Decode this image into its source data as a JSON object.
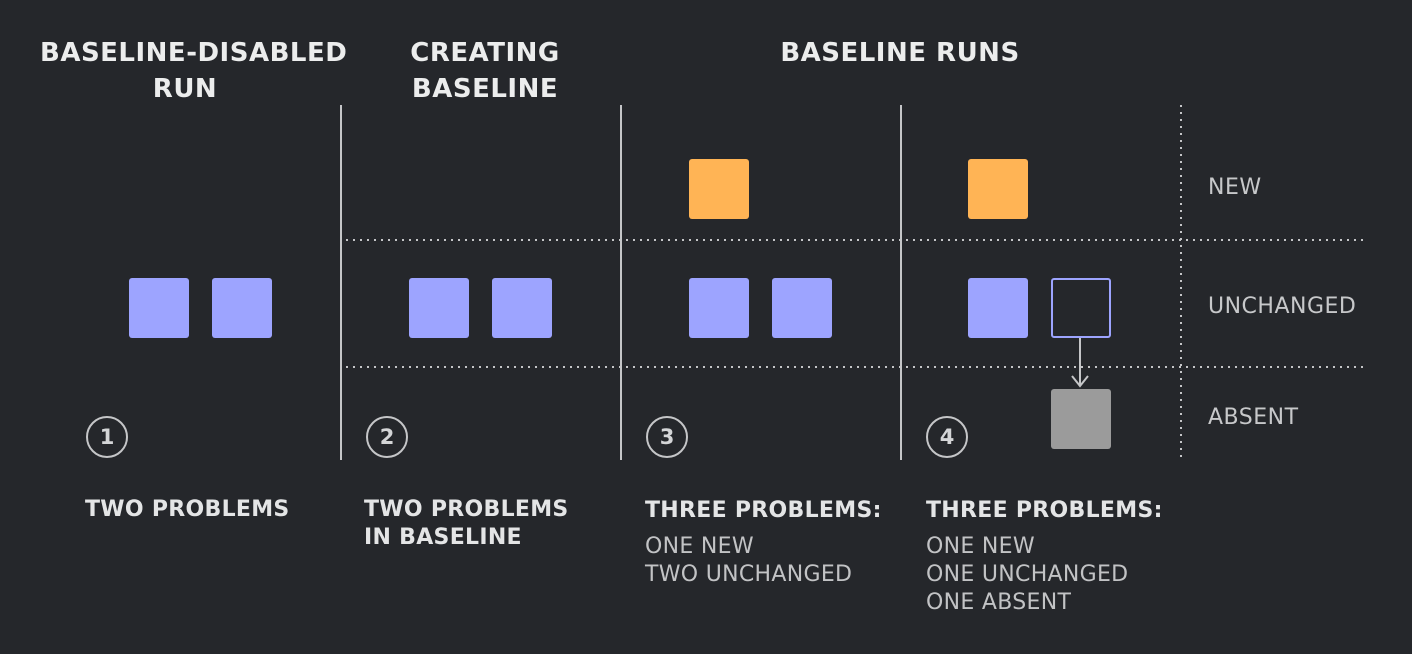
{
  "headers": {
    "col1": [
      "BASELINE-DISABLED",
      "RUN"
    ],
    "col2": [
      "CREATING",
      "BASELINE"
    ],
    "col34": [
      "BASELINE RUNS"
    ]
  },
  "row_labels": {
    "new": "NEW",
    "unchanged": "UNCHANGED",
    "absent": "ABSENT"
  },
  "steps": [
    "1",
    "2",
    "3",
    "4"
  ],
  "summaries": {
    "s1": {
      "title": [
        "TWO PROBLEMS"
      ],
      "detail": []
    },
    "s2": {
      "title": [
        "TWO PROBLEMS",
        "IN BASELINE"
      ],
      "detail": []
    },
    "s3": {
      "title": [
        "THREE PROBLEMS:"
      ],
      "detail": [
        "ONE NEW",
        "TWO UNCHANGED"
      ]
    },
    "s4": {
      "title": [
        "THREE PROBLEMS:"
      ],
      "detail": [
        "ONE NEW",
        "ONE UNCHANGED",
        "ONE ABSENT"
      ]
    }
  },
  "colors": {
    "background": "#25272b",
    "unchanged": "#9da4ff",
    "new": "#ffb455",
    "absent": "#9b9b9b",
    "lines": "#c5c6c8"
  }
}
